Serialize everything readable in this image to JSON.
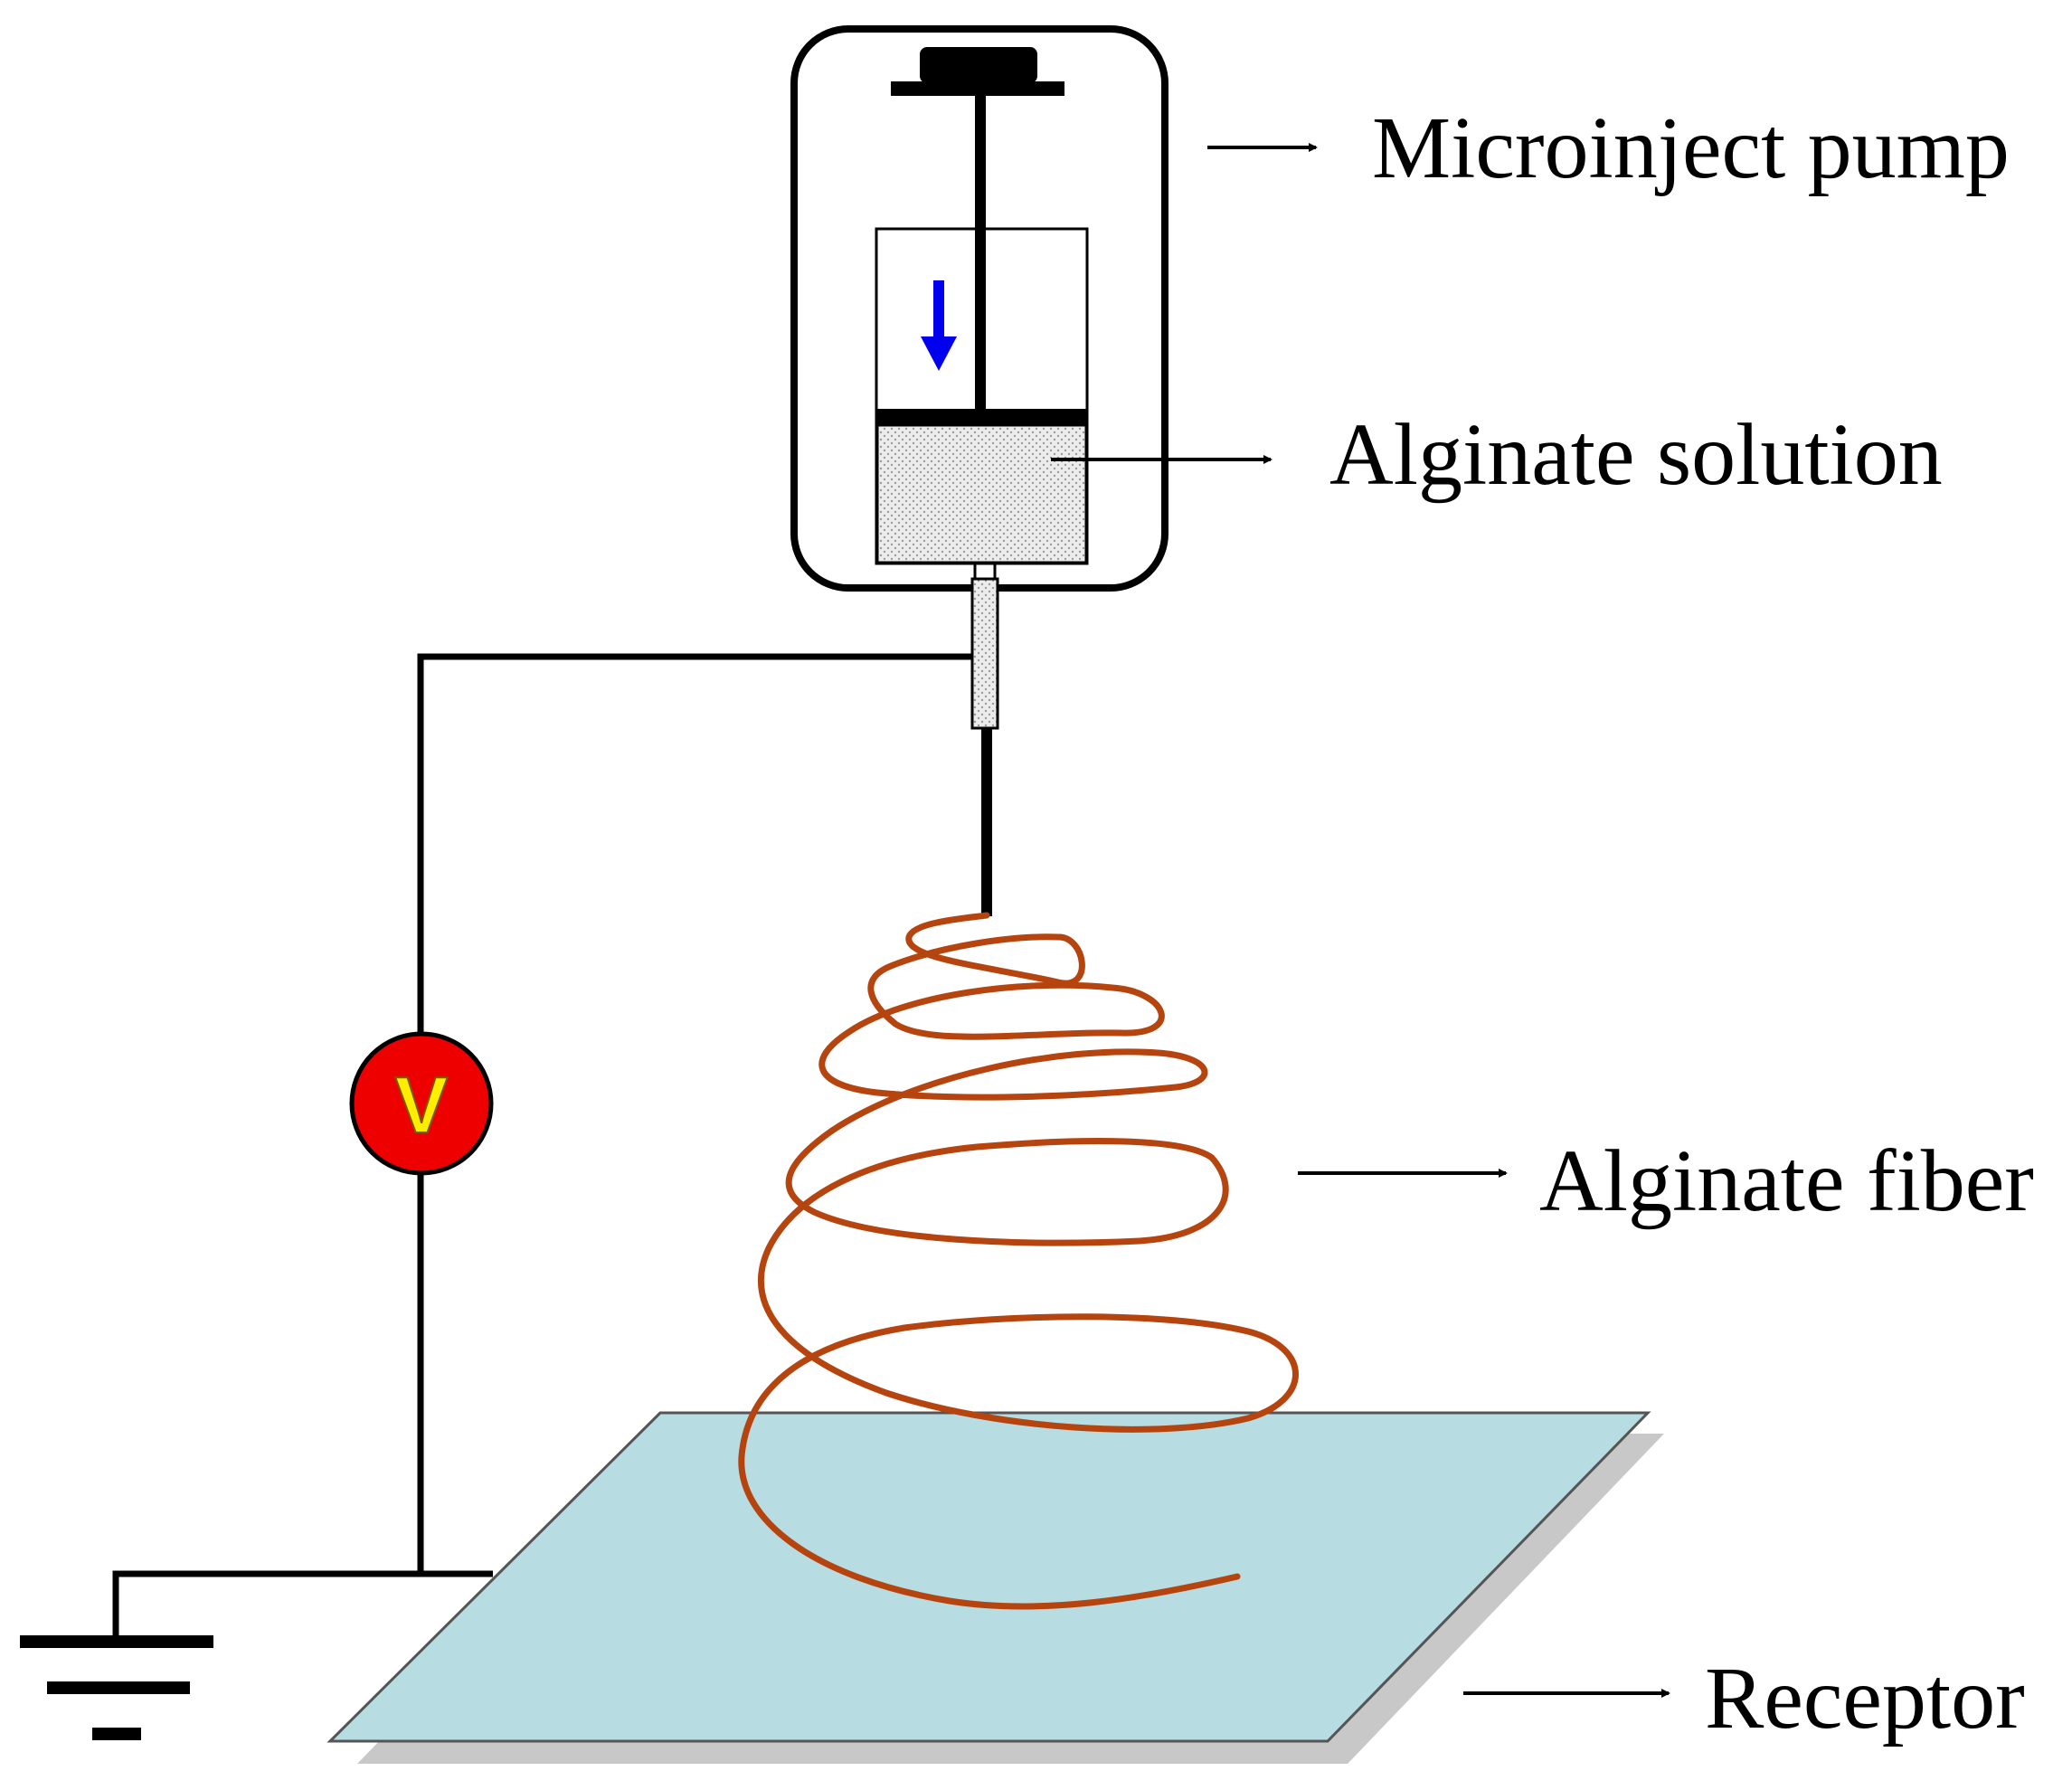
{
  "labels": {
    "pump": "Microinject pump",
    "solution": "Alginate solution",
    "fiber": "Alginate fiber",
    "receptor": "Receptor"
  },
  "voltmeter": {
    "symbol": "V"
  },
  "colors": {
    "line": "#000000",
    "receptor_fill": "#b7dde2",
    "receptor_shadow": "#c8c8c8",
    "solution_fill": "#e6e6e6",
    "fiber": "#b5440f",
    "voltmeter_fill": "#ee0000",
    "voltmeter_text": "#ffee00",
    "plunger_arrow": "#0000ee"
  },
  "icons": [
    "pump-icon",
    "syringe-icon",
    "down-arrow-icon",
    "needle-icon",
    "voltmeter-icon",
    "ground-icon",
    "receptor-plate",
    "fiber-spiral"
  ]
}
